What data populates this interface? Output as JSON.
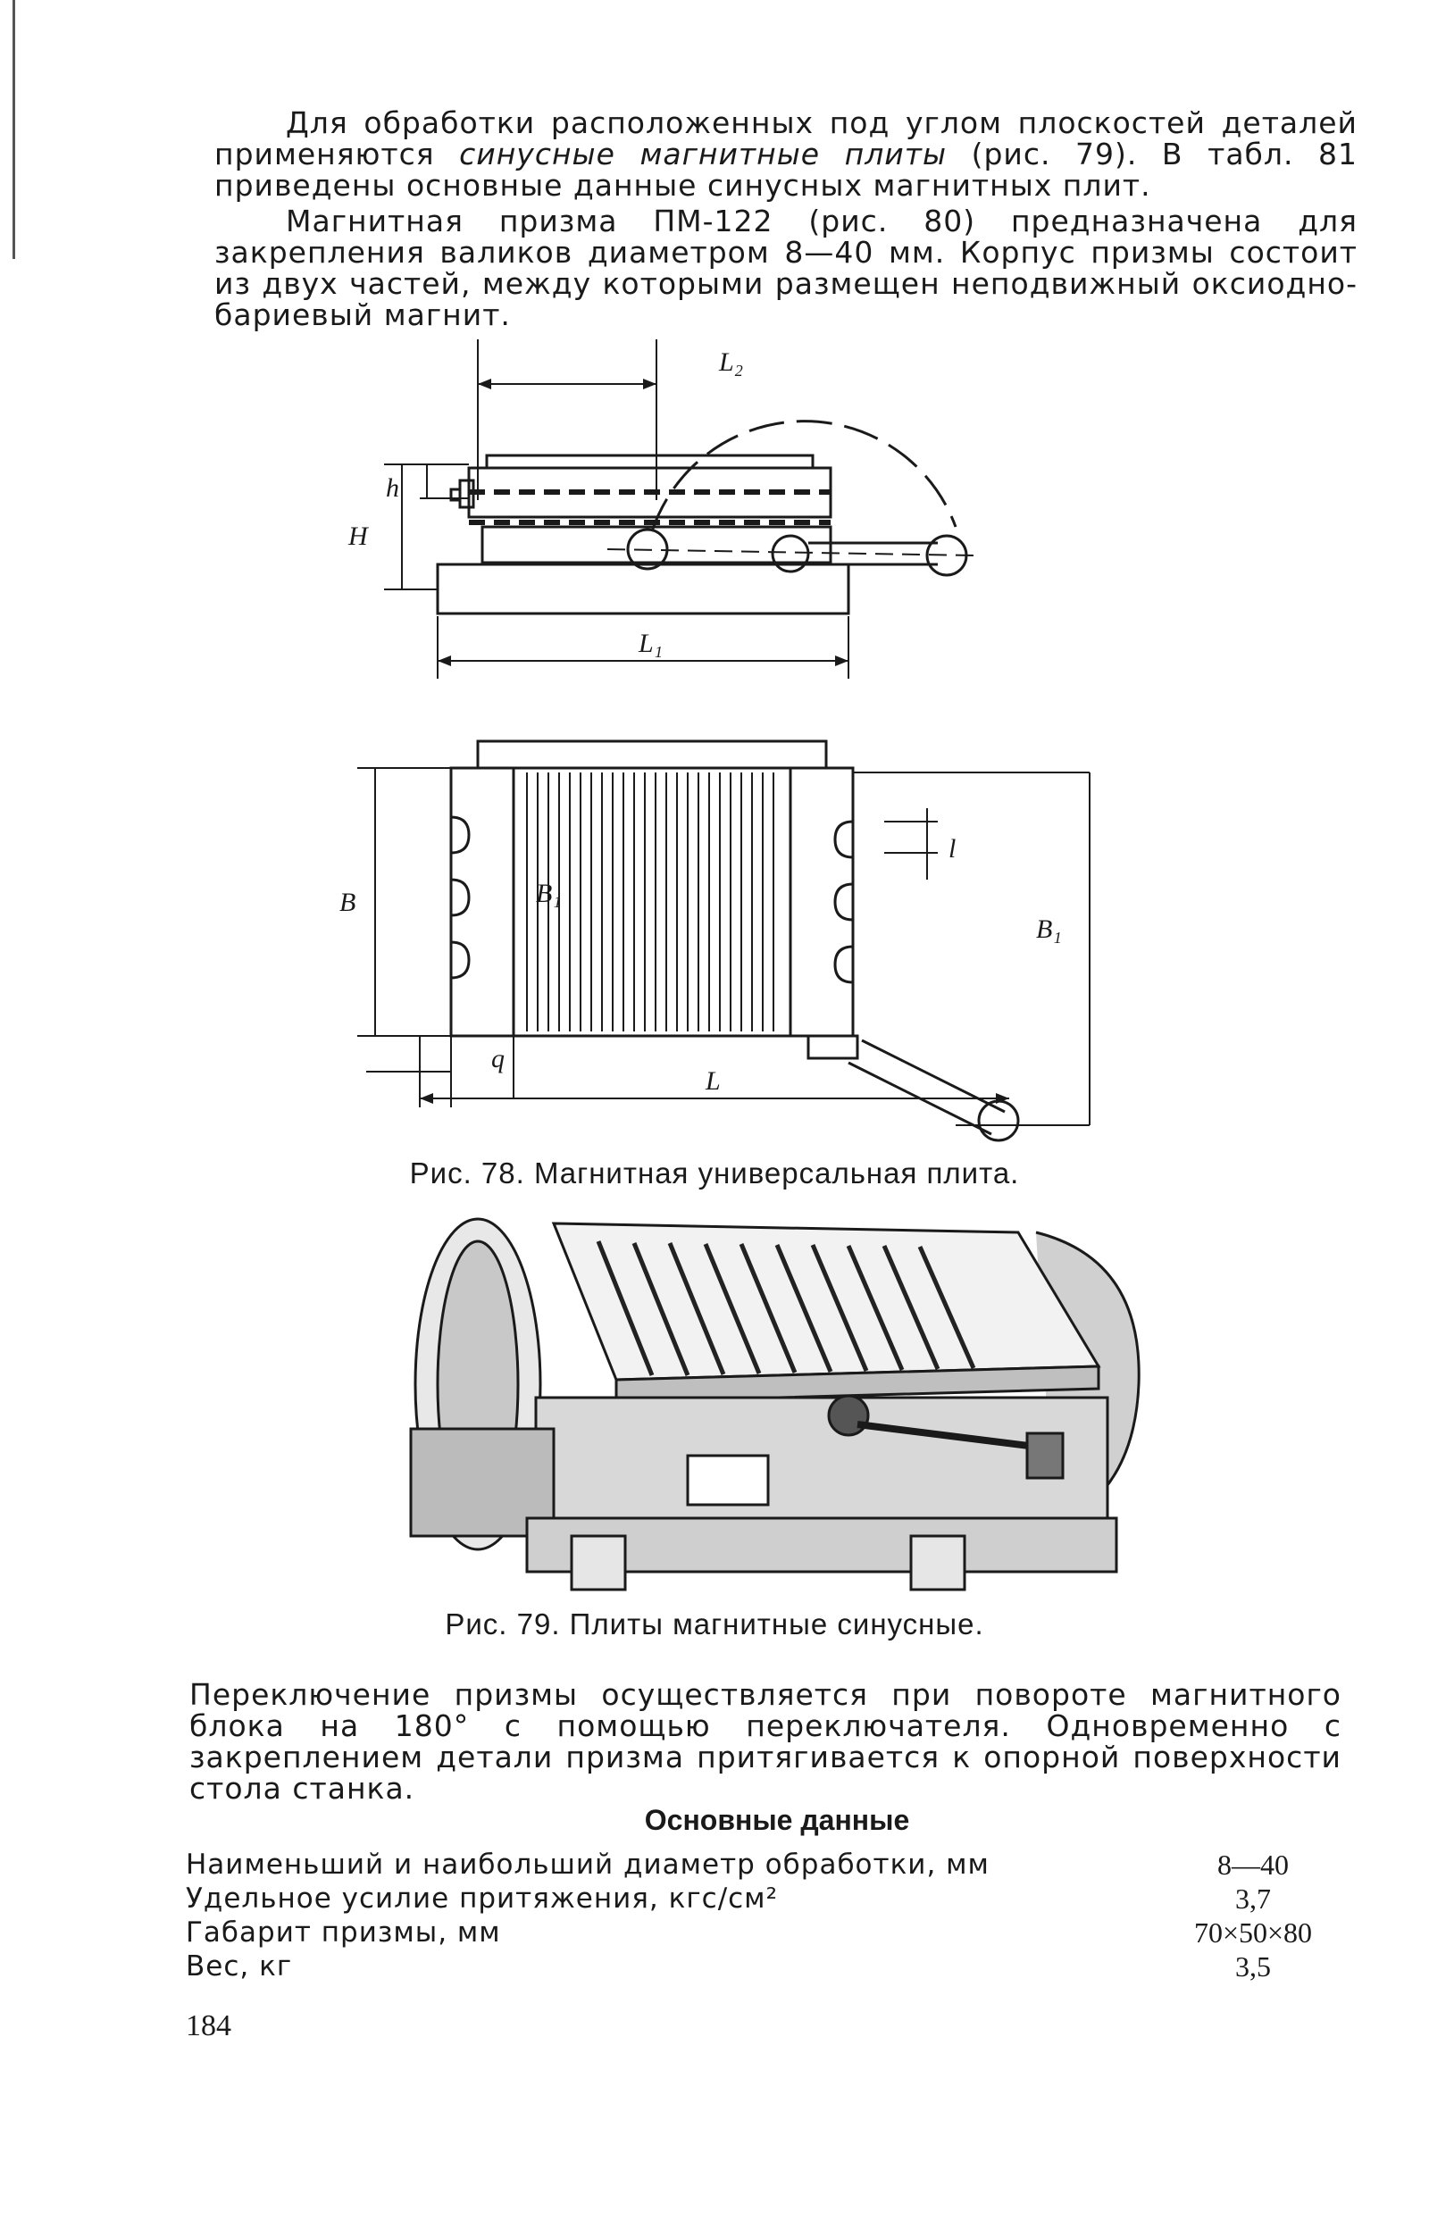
{
  "paragraph1": {
    "text_a": "Для обработки расположенных под углом плоскостей деталей применяются ",
    "text_italic": "синусные магнитные плиты",
    "text_b": " (рис. 79). В табл. 81 приведены основные данные синусных магнитных плит."
  },
  "paragraph2": {
    "text": "Магнитная призма ПМ-122 (рис. 80) предназначена для закрепления валиков диаметром 8—40 мм. Корпус призмы состоит из двух частей, между которыми размещен неподвижный оксиодно-бариевый магнит."
  },
  "figure78": {
    "labels": {
      "L2": "L₂",
      "L1": "L₁",
      "h": "h",
      "H": "H",
      "B": "B",
      "B1_inner": "B₁",
      "B1_outer": "B₁",
      "l": "l",
      "q": "q",
      "L": "L"
    },
    "caption": "Рис. 78. Магнитная универсальная плита."
  },
  "figure79": {
    "caption": "Рис. 79. Плиты магнитные синусные."
  },
  "paragraph3": {
    "text": "Переключение призмы осуществляется при повороте магнитного блока на 180° с помощью переключателя. Одновременно с закреплением детали призма притягивается к опорной поверхности стола станка."
  },
  "specs": {
    "heading": "Основные данные",
    "rows": [
      {
        "label": "Наименьший и наибольший диаметр обработки, мм",
        "value": "8—40"
      },
      {
        "label": "Удельное усилие притяжения, кгс/см²",
        "value": "3,7"
      },
      {
        "label": "Габарит призмы, мм",
        "value": "70×50×80"
      },
      {
        "label": "Вес, кг",
        "value": "3,5"
      }
    ]
  },
  "page_number": "184",
  "colors": {
    "ink": "#1a1a1a",
    "paper": "#ffffff"
  }
}
